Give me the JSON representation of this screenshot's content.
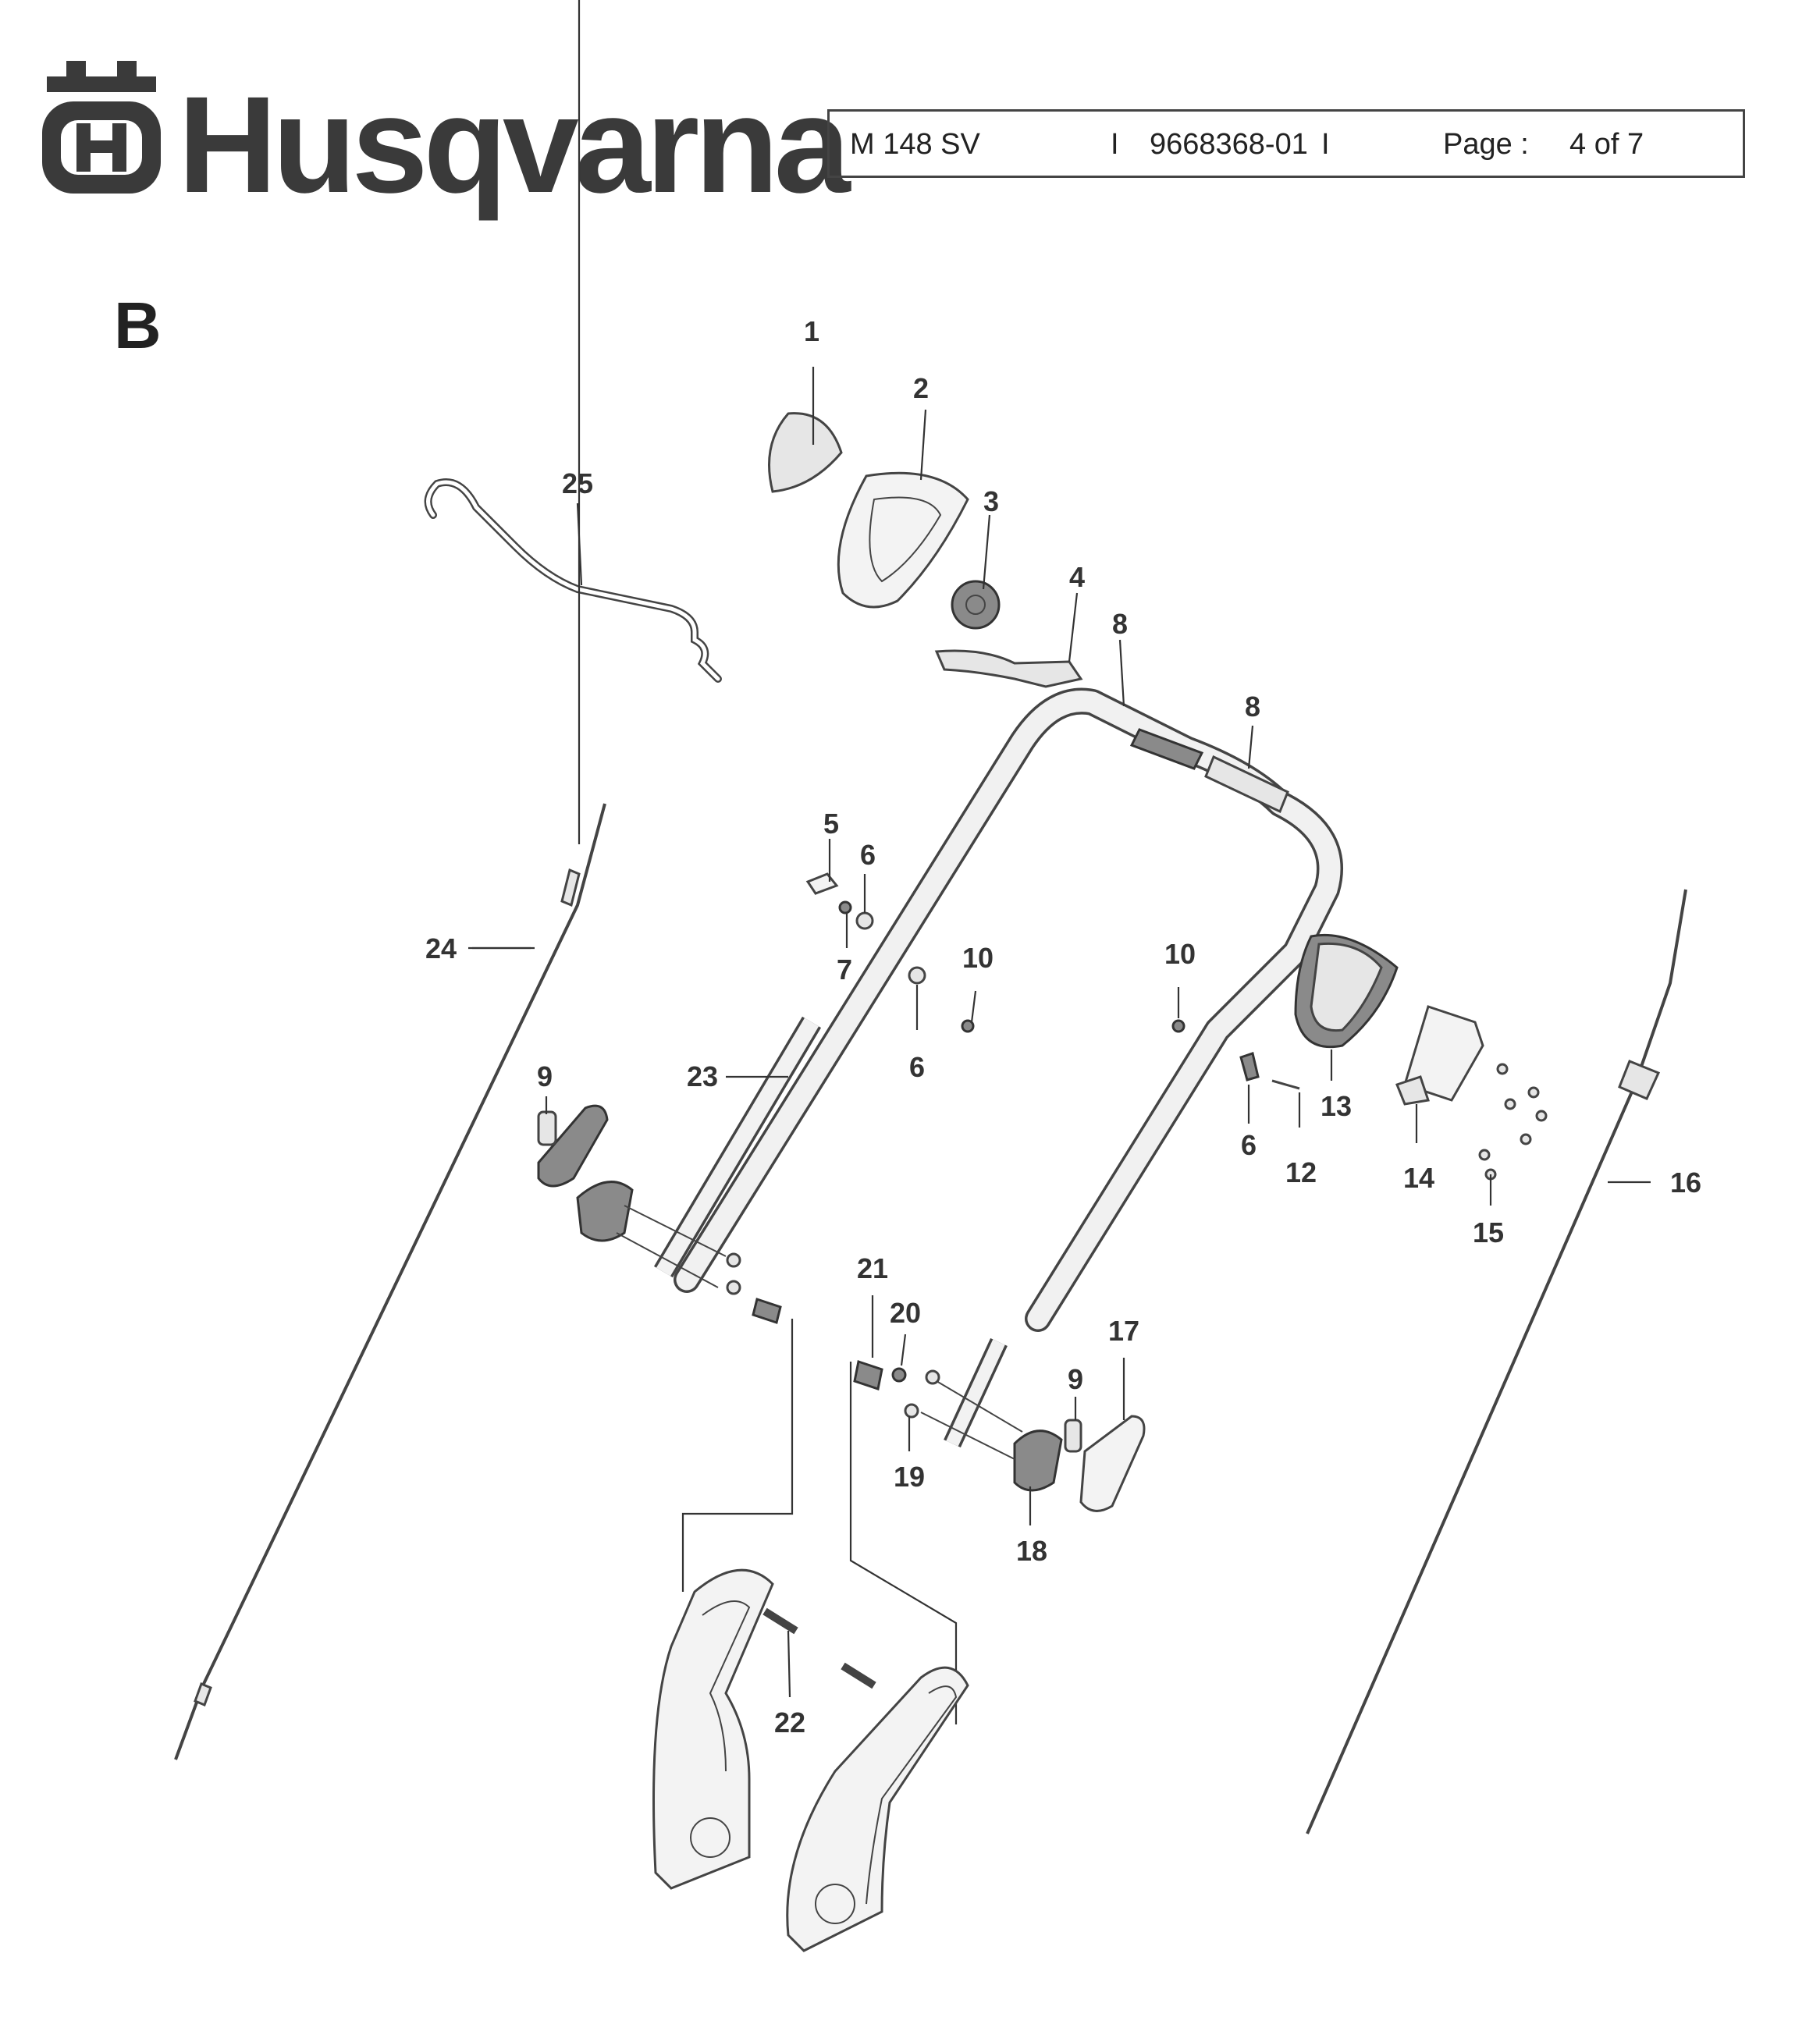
{
  "brand": {
    "name": "Husqvarna"
  },
  "header": {
    "model": "M 148 SV",
    "separator_1": "I",
    "part_number": "9668368-01",
    "separator_2": "I",
    "page_label": "Page :",
    "page_value": "4 of  7"
  },
  "section_label": "B",
  "callouts": {
    "c1": "1",
    "c2": "2",
    "c3": "3",
    "c4": "4",
    "c5": "5",
    "c6a": "6",
    "c6b": "6",
    "c6c": "6",
    "c7": "7",
    "c8a": "8",
    "c8b": "8",
    "c9a": "9",
    "c9b": "9",
    "c10a": "10",
    "c10b": "10",
    "c12": "12",
    "c13": "13",
    "c14": "14",
    "c15": "15",
    "c16": "16",
    "c17": "17",
    "c18": "18",
    "c19": "19",
    "c20": "20",
    "c21": "21",
    "c22": "22",
    "c23": "23",
    "c24": "24",
    "c25": "25"
  }
}
